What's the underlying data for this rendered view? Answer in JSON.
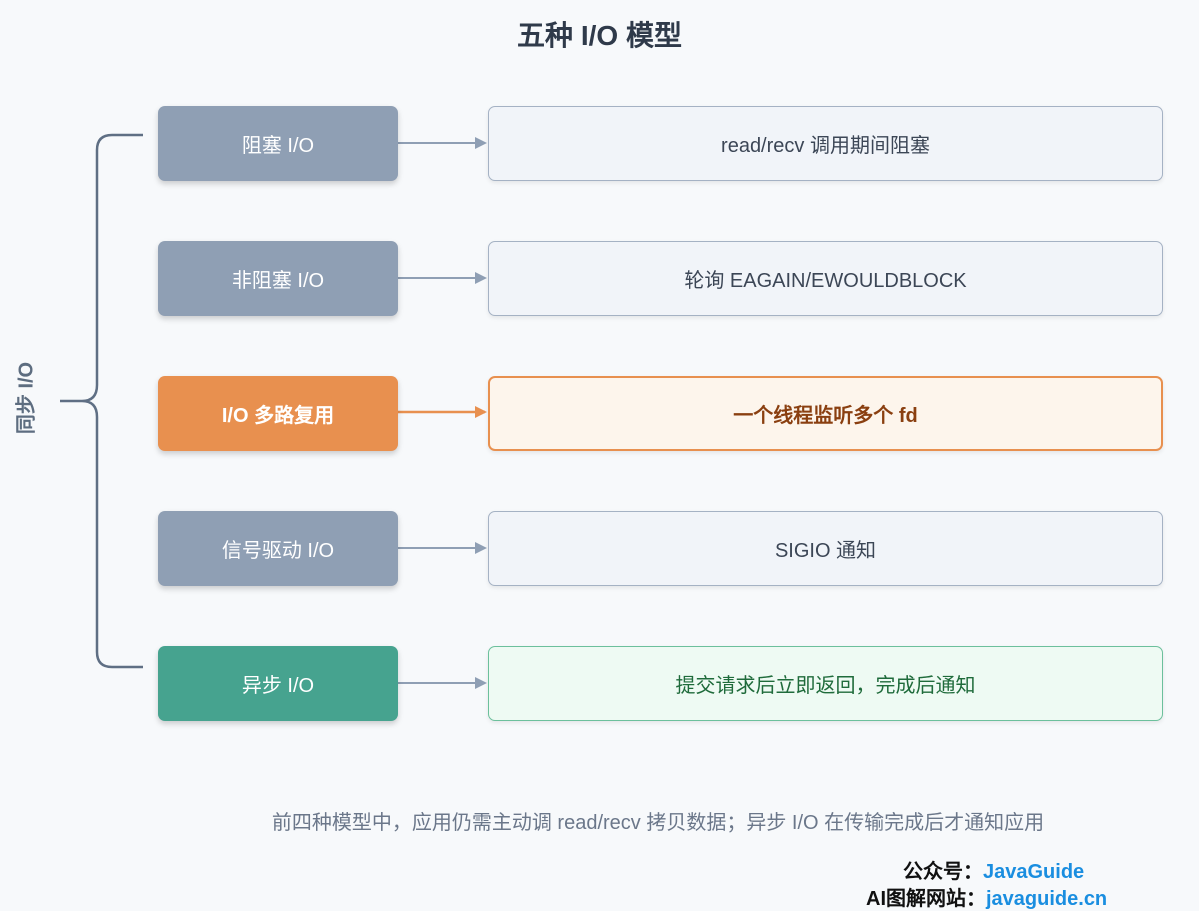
{
  "title": "五种 I/O 模型",
  "group_label": "同步 I/O",
  "models": [
    {
      "label": "阻塞 I/O",
      "desc": "read/recv 调用期间阻塞",
      "style": "gray"
    },
    {
      "label": "非阻塞 I/O",
      "desc": "轮询 EAGAIN/EWOULDBLOCK",
      "style": "gray"
    },
    {
      "label": "I/O 多路复用",
      "desc": "一个线程监听多个 fd",
      "style": "orange"
    },
    {
      "label": "信号驱动 I/O",
      "desc": "SIGIO 通知",
      "style": "gray"
    },
    {
      "label": "异步 I/O",
      "desc": "提交请求后立即返回，完成后通知",
      "style": "green"
    }
  ],
  "footnote": "前四种模型中，应用仍需主动调 read/recv 拷贝数据；异步 I/O 在传输完成后才通知应用",
  "branding": {
    "line1_label": "公众号：",
    "line1_value": "JavaGuide",
    "line2_label": "AI图解网站：",
    "line2_value": "javaguide.cn"
  },
  "colors": {
    "gray": "#8f9fb4",
    "orange": "#e8904f",
    "green": "#46a38f",
    "link": "#1a8ee0"
  }
}
